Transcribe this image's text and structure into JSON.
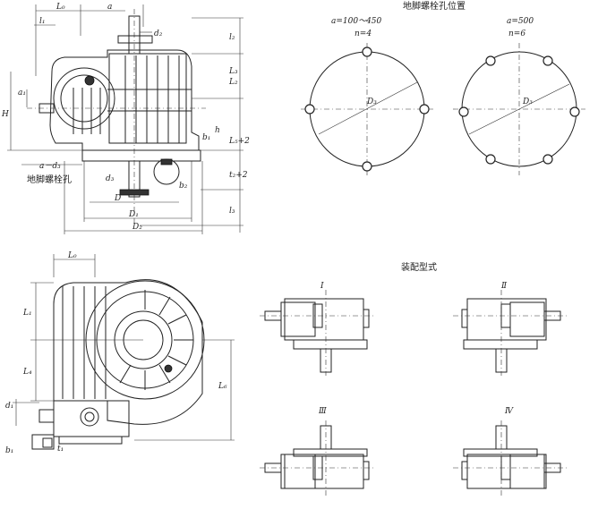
{
  "titles": {
    "bolt_positions": "地脚螺栓孔位置",
    "assembly_types": "装配型式"
  },
  "bolt_patterns": [
    {
      "range": "a=100～450",
      "count": "n=4",
      "diameter_label": "D₃"
    },
    {
      "range": "a=500",
      "count": "n=6",
      "diameter_label": "D₃"
    }
  ],
  "front_view": {
    "top_labels": {
      "l1": "l₁",
      "lo": "L₀",
      "a": "a",
      "d2": "d₂"
    },
    "left_labels": {
      "H": "H",
      "a1": "a₁"
    },
    "right_labels": {
      "l2": "l₂",
      "L3": "L₃",
      "L2": "L₂",
      "L5": "L₅+2",
      "h": "h",
      "b1": "b₁",
      "t2": "t₂+2",
      "l3": "l₃"
    },
    "bottom_labels": {
      "ad3": "a－d₃",
      "bolt_hole": "地脚螺栓孔",
      "d3": "d₃",
      "b2": "b₂",
      "D": "D",
      "D1": "D₁",
      "D2": "D₂"
    }
  },
  "side_view": {
    "labels": {
      "lo": "L₀",
      "L1": "L₁",
      "L4": "L₄",
      "L6": "L₆",
      "d1": "d₁",
      "b1": "b₁",
      "t1": "t₁"
    }
  },
  "assemblies": [
    {
      "numeral": "Ⅰ"
    },
    {
      "numeral": "Ⅱ"
    },
    {
      "numeral": "Ⅲ"
    },
    {
      "numeral": "Ⅳ"
    }
  ]
}
